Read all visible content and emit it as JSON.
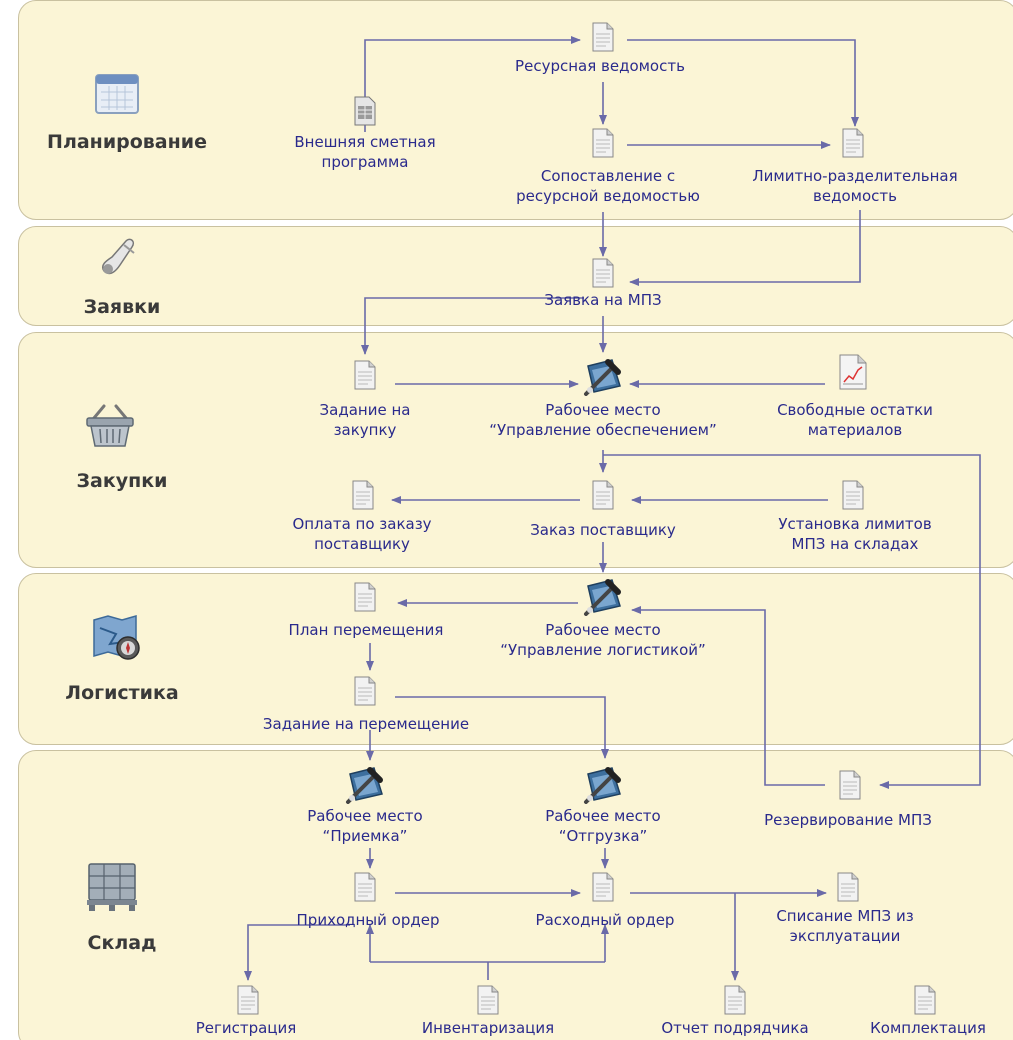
{
  "lanes": {
    "planning": {
      "title": "Планирование",
      "icon": "calendar-icon"
    },
    "requests": {
      "title": "Заявки",
      "icon": "receipt-icon"
    },
    "purchasing": {
      "title": "Закупки",
      "icon": "basket-icon"
    },
    "logistics": {
      "title": "Логистика",
      "icon": "map-compass-icon"
    },
    "warehouse": {
      "title": "Склад",
      "icon": "pallet-icon"
    }
  },
  "nodes": {
    "resource_statement": {
      "label": "Ресурсная ведомость",
      "icon": "document-icon"
    },
    "external_estimate": {
      "label": "Внешняя сметная\nпрограмма",
      "icon": "program-icon"
    },
    "comparison": {
      "label": "Сопоставление с\nресурсной ведомостью",
      "icon": "document-icon"
    },
    "limit_statement": {
      "label": "Лимитно-разделительная\nведомость",
      "icon": "document-icon"
    },
    "request_mpz": {
      "label": "Заявка на МПЗ",
      "icon": "document-icon"
    },
    "purchase_task": {
      "label": "Задание на\nзакупку",
      "icon": "document-icon"
    },
    "workplace_supply": {
      "label": "Рабочее место\n“Управление обеспечением”",
      "icon": "workplace-icon"
    },
    "free_stock": {
      "label": "Свободные остатки\nматериалов",
      "icon": "report-chart-icon"
    },
    "supplier_payment": {
      "label": "Оплата по заказу\nпоставщику",
      "icon": "document-icon"
    },
    "supplier_order": {
      "label": "Заказ поставщику",
      "icon": "document-icon"
    },
    "warehouse_limits": {
      "label": "Установка лимитов\nМПЗ на складах",
      "icon": "document-icon"
    },
    "transfer_plan": {
      "label": "План перемещения",
      "icon": "document-icon"
    },
    "workplace_logistics": {
      "label": "Рабочее место\n“Управление логистикой”",
      "icon": "workplace-icon"
    },
    "transfer_task": {
      "label": "Задание на перемещение",
      "icon": "document-icon"
    },
    "workplace_receiving": {
      "label": "Рабочее место\n“Приемка”",
      "icon": "workplace-icon"
    },
    "workplace_shipping": {
      "label": "Рабочее место\n“Отгрузка”",
      "icon": "workplace-icon"
    },
    "reservation": {
      "label": "Резервирование МПЗ",
      "icon": "document-icon"
    },
    "receipt_order": {
      "label": "Приходный ордер",
      "icon": "document-icon"
    },
    "expense_order": {
      "label": "Расходный ордер",
      "icon": "document-icon"
    },
    "write_off": {
      "label": "Списание МПЗ из\nэксплуатации",
      "icon": "document-icon"
    },
    "registration": {
      "label": "Регистрация",
      "icon": "document-icon"
    },
    "inventory": {
      "label": "Инвентаризация",
      "icon": "document-icon"
    },
    "contractor_report": {
      "label": "Отчет подрядчика",
      "icon": "document-icon"
    },
    "assembly": {
      "label": "Комплектация",
      "icon": "document-icon"
    }
  },
  "colors": {
    "lane_fill": "#fbf5d6",
    "lane_border": "#c9c1a0",
    "connector": "#6a6aa8",
    "label": "#2a2a8c",
    "title": "#3a3a3a"
  }
}
